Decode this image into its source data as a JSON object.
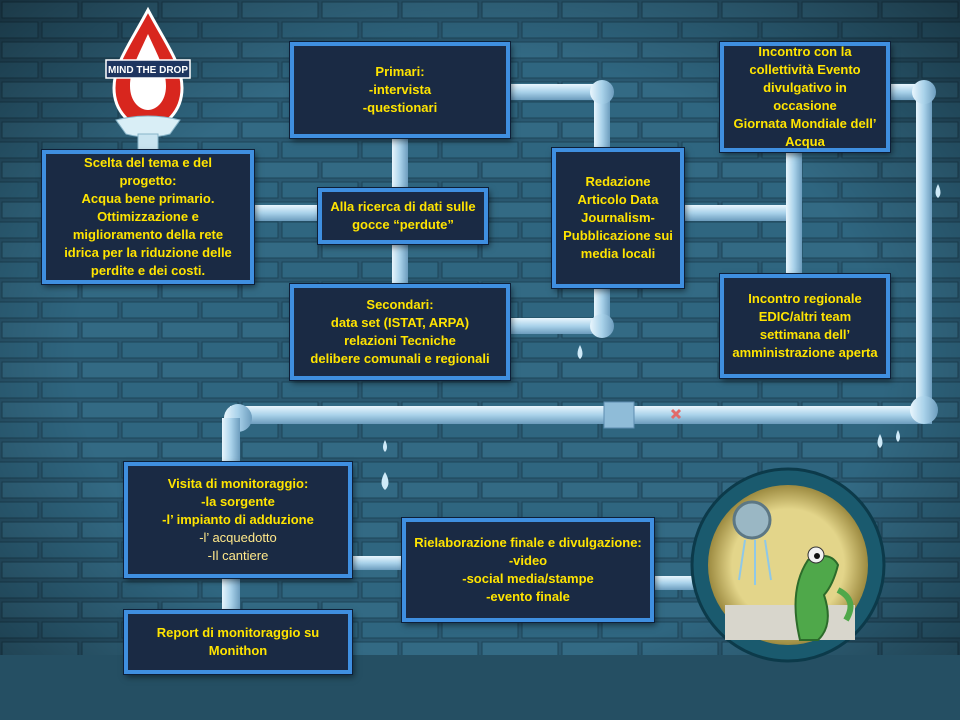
{
  "logo": {
    "text": "MIND THE DROP"
  },
  "boxes": {
    "scelta": {
      "lines": [
        "Scelta del tema e del",
        "progetto:",
        "Acqua bene primario.",
        "Ottimizzazione  e",
        "miglioramento della rete",
        "idrica per la riduzione delle",
        "perdite e dei costi."
      ]
    },
    "primari": {
      "lines": [
        "Primari:",
        "-intervista",
        "-questionari"
      ]
    },
    "ricerca": {
      "lines": [
        "Alla ricerca di dati sulle",
        "gocce “perdute”"
      ]
    },
    "secondari": {
      "lines": [
        "Secondari:",
        "data set (ISTAT, ARPA)",
        "relazioni Tecniche",
        "delibere comunali e regionali"
      ]
    },
    "redazione": {
      "lines": [
        "Redazione",
        "Articolo Data",
        "Journalism-",
        "Pubblicazione sui",
        "media locali"
      ]
    },
    "incontro_collettivita": {
      "lines": [
        "Incontro con la",
        "collettività Evento",
        "divulgativo in occasione",
        "Giornata Mondiale dell’",
        "Acqua"
      ]
    },
    "incontro_regionale": {
      "lines": [
        "Incontro regionale",
        "EDIC/altri team",
        "settimana dell’",
        "amministrazione aperta"
      ]
    },
    "visita": {
      "lines": [
        "Visita di monitoraggio:",
        "-la sorgente",
        "-l’ impianto di adduzione",
        "-l’ acquedotto",
        "-Il cantiere"
      ]
    },
    "report": {
      "lines": [
        "Report di monitoraggio su",
        "Monithon"
      ]
    },
    "rielaborazione": {
      "lines": [
        "Rielaborazione finale e divulgazione:",
        "-video",
        "-social media/stampe",
        "-evento finale"
      ]
    }
  },
  "colors": {
    "box_bg": "#1a2a44",
    "box_border": "#3f8fe0",
    "text": "#ffe400",
    "pipe": "#b9dcef",
    "brick": "#2b5d75"
  }
}
